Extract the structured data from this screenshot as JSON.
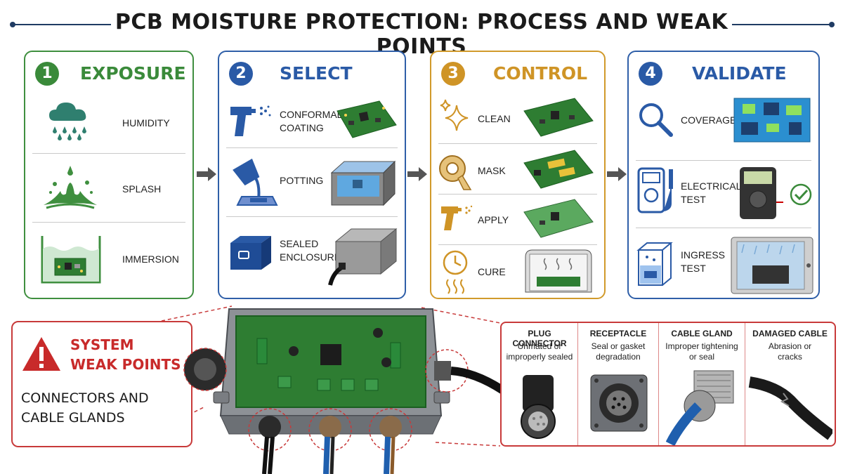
{
  "title": "PCB MOISTURE PROTECTION: PROCESS AND WEAK POINTS",
  "colors": {
    "green": "#3a8a3a",
    "blue": "#2a5aa6",
    "gold": "#cf9426",
    "red": "#c82a2a"
  },
  "panels": [
    {
      "number": "1",
      "title": "EXPOSURE",
      "items": [
        {
          "label": "HUMIDITY",
          "icon": "rain-cloud-icon"
        },
        {
          "label": "SPLASH",
          "icon": "splash-icon"
        },
        {
          "label": "IMMERSION",
          "icon": "immersed-board-icon"
        }
      ]
    },
    {
      "number": "2",
      "title": "SELECT",
      "items": [
        {
          "label_line1": "CONFORMAL",
          "label_line2": "COATING",
          "icon": "spray-gun-icon"
        },
        {
          "label": "POTTING",
          "icon": "pouring-bucket-icon"
        },
        {
          "label_line1": "SEALED",
          "label_line2": "ENCLOSURE",
          "icon": "sealed-box-icon"
        }
      ]
    },
    {
      "number": "3",
      "title": "CONTROL",
      "items": [
        {
          "label": "CLEAN",
          "icon": "sparkle-icon"
        },
        {
          "label": "MASK",
          "icon": "tape-roll-icon"
        },
        {
          "label": "APPLY",
          "icon": "spray-gun-icon"
        },
        {
          "label": "CURE",
          "icon": "clock-heat-icon"
        }
      ]
    },
    {
      "number": "4",
      "title": "VALIDATE",
      "items": [
        {
          "label": "COVERAGE",
          "icon": "magnifier-icon"
        },
        {
          "label_line1": "ELECTRICAL",
          "label_line2": "TEST",
          "icon": "multimeter-icon"
        },
        {
          "label_line1": "INGRESS",
          "label_line2": "TEST",
          "icon": "water-chamber-icon"
        }
      ]
    }
  ],
  "weak_points": {
    "title_line1": "SYSTEM",
    "title_line2": "WEAK POINTS",
    "subtitle_line1": "CONNECTORS AND",
    "subtitle_line2": "CABLE GLANDS",
    "icon": "warning-triangle-icon"
  },
  "details": [
    {
      "title": "PLUG CONNECTOR",
      "line1": "Unmated or",
      "line2": "improperly sealed"
    },
    {
      "title": "RECEPTACLE",
      "line1": "Seal or gasket",
      "line2": "degradation"
    },
    {
      "title": "CABLE GLAND",
      "line1": "Improper tightening",
      "line2": "or seal"
    },
    {
      "title": "DAMAGED CABLE",
      "line1": "Abrasion or",
      "line2": "cracks"
    }
  ]
}
